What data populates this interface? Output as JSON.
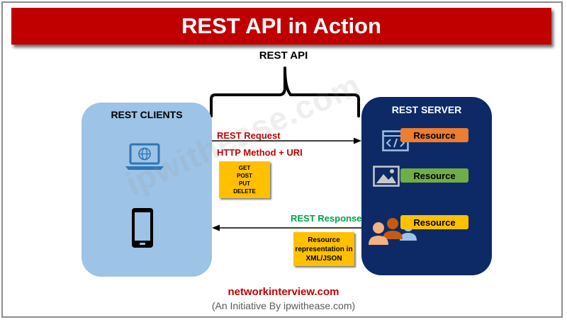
{
  "title": "REST API in Action",
  "api_label": "REST API",
  "clients": {
    "title": "REST CLIENTS",
    "icons": [
      "laptop-globe-icon",
      "smartphone-icon"
    ]
  },
  "server": {
    "title": "REST SERVER",
    "resources": [
      {
        "label": "Resource",
        "icon": "code-window-icon",
        "color": "#ed7d31"
      },
      {
        "label": "Resource",
        "icon": "image-icon",
        "color": "#70ad47"
      },
      {
        "label": "Resource",
        "icon": "people-icon",
        "color": "#ffc000"
      }
    ]
  },
  "request": {
    "label": "REST Request",
    "method_label": "HTTP Method + URI",
    "methods": [
      "GET",
      "POST",
      "PUT",
      "DELETE"
    ]
  },
  "response": {
    "label": "REST Response",
    "representation": "Resource representation in XML/JSON"
  },
  "watermark": "ipwithease.com",
  "footer": {
    "site": "networkinterview.com",
    "subtitle": "(An Initiative By ipwithease.com)"
  },
  "colors": {
    "title_bg": "#c00000",
    "clients_bg": "#9dc3e6",
    "server_bg": "#0d2a66",
    "note_bg": "#ffc000",
    "request_text": "#c00000",
    "response_text": "#00a44a"
  }
}
